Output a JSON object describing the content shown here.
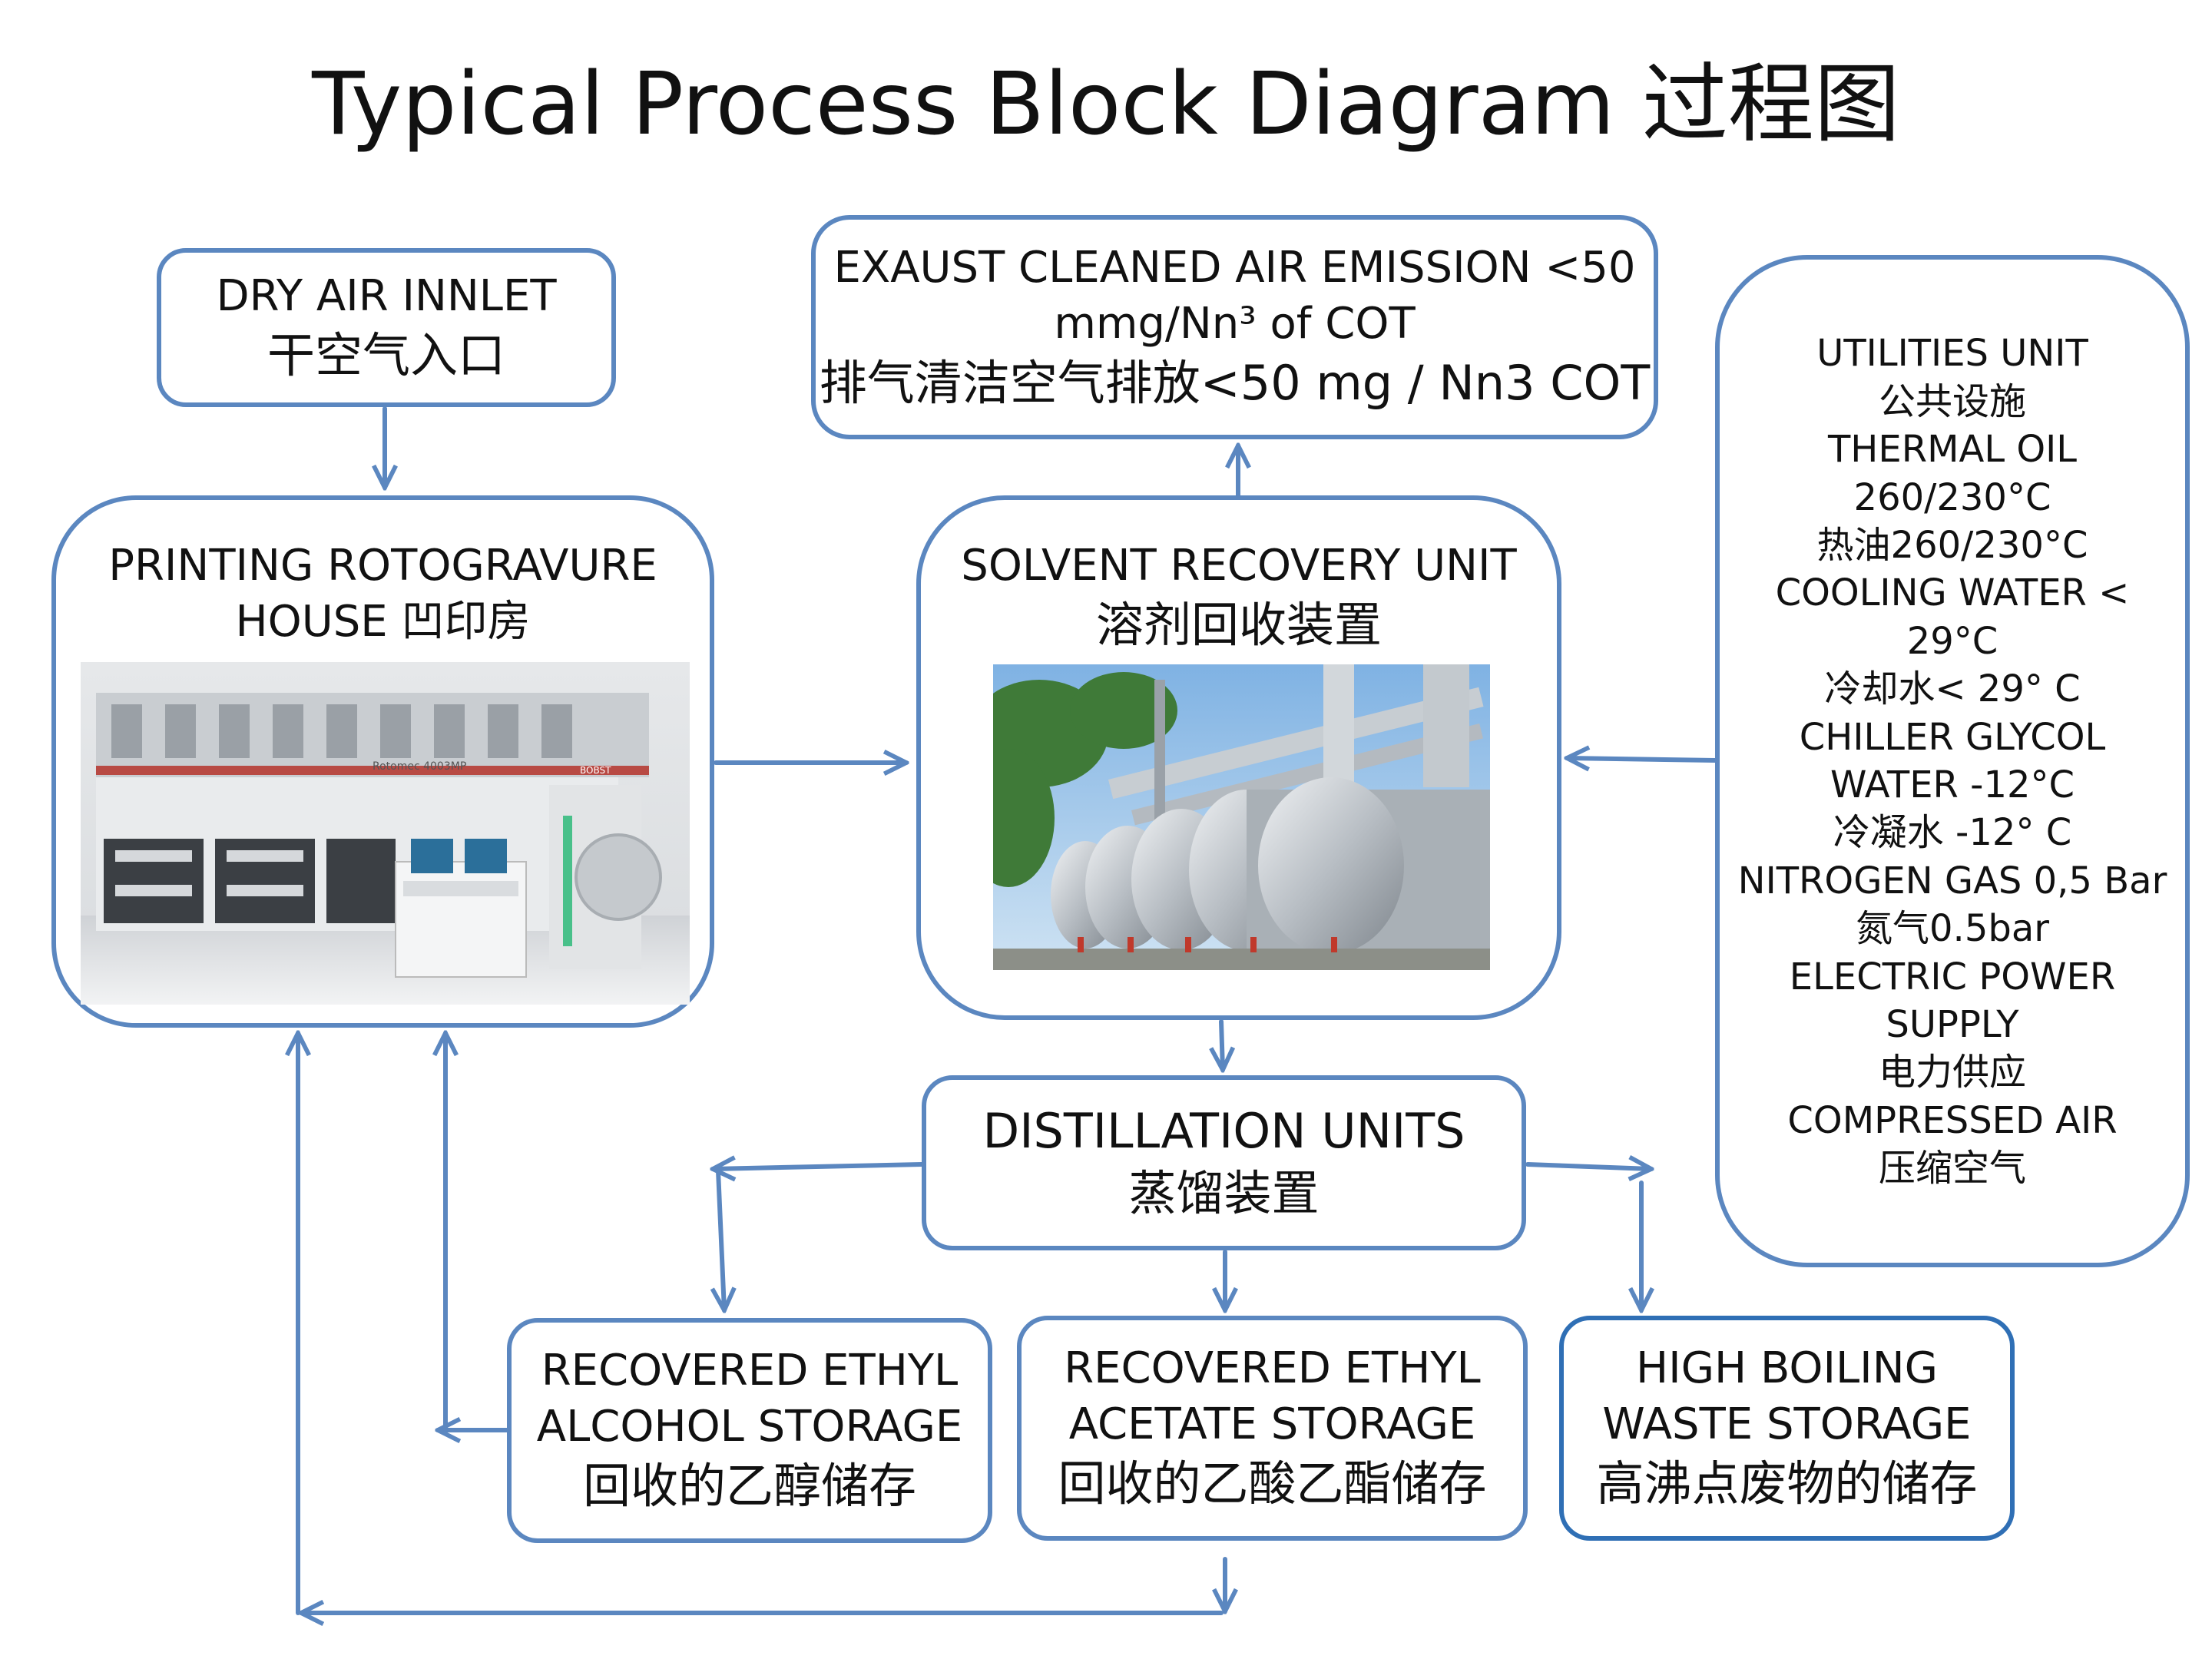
{
  "title": "Typical Process Block Diagram 过程图",
  "boxes": {
    "dry_air": {
      "lines": [
        "DRY AIR INNLET",
        "干空气入口"
      ]
    },
    "exhaust": {
      "lines": [
        "EXAUST CLEANED AIR EMISSION  <50",
        "mmg/Nn³ of COT",
        "排气清洁空气排放<50 mg / Nn3 COT"
      ]
    },
    "printing": {
      "lines": [
        "PRINTING ROTOGRAVURE",
        "HOUSE 凹印房"
      ],
      "photo_text": [
        "Rotomec 4003MP",
        "BOBST"
      ]
    },
    "solvent": {
      "lines": [
        "SOLVENT RECOVERY UNIT",
        "溶剂回收装置"
      ]
    },
    "utilities": {
      "lines": [
        "UTILITIES UNIT",
        "公共设施",
        "THERMAL OIL",
        "260/230°C",
        "热油260/230°C",
        "COOLING WATER <",
        "29°C",
        "冷却水< 29° C",
        "CHILLER GLYCOL",
        "WATER -12°C",
        "冷凝水 -12° C",
        "NITROGEN GAS 0,5 Bar",
        "氮气0.5bar",
        "ELECTRIC POWER",
        "SUPPLY",
        "电力供应",
        "COMPRESSED AIR",
        "压缩空气"
      ]
    },
    "distillation": {
      "lines": [
        "DISTILLATION UNITS",
        "蒸馏装置"
      ]
    },
    "ethyl_alcohol": {
      "lines": [
        "RECOVERED ETHYL",
        "ALCOHOL STORAGE",
        "回收的乙醇储存"
      ]
    },
    "ethyl_acetate": {
      "lines": [
        "RECOVERED ETHYL",
        "ACETATE STORAGE",
        "回收的乙酸乙酯储存"
      ]
    },
    "high_boiling": {
      "lines": [
        "HIGH BOILING",
        "WASTE STORAGE",
        "高沸点废物的储存"
      ]
    }
  },
  "colors": {
    "border": "#5b87c0",
    "border_dark": "#2f6fb5",
    "arrow": "#5b87c0"
  }
}
